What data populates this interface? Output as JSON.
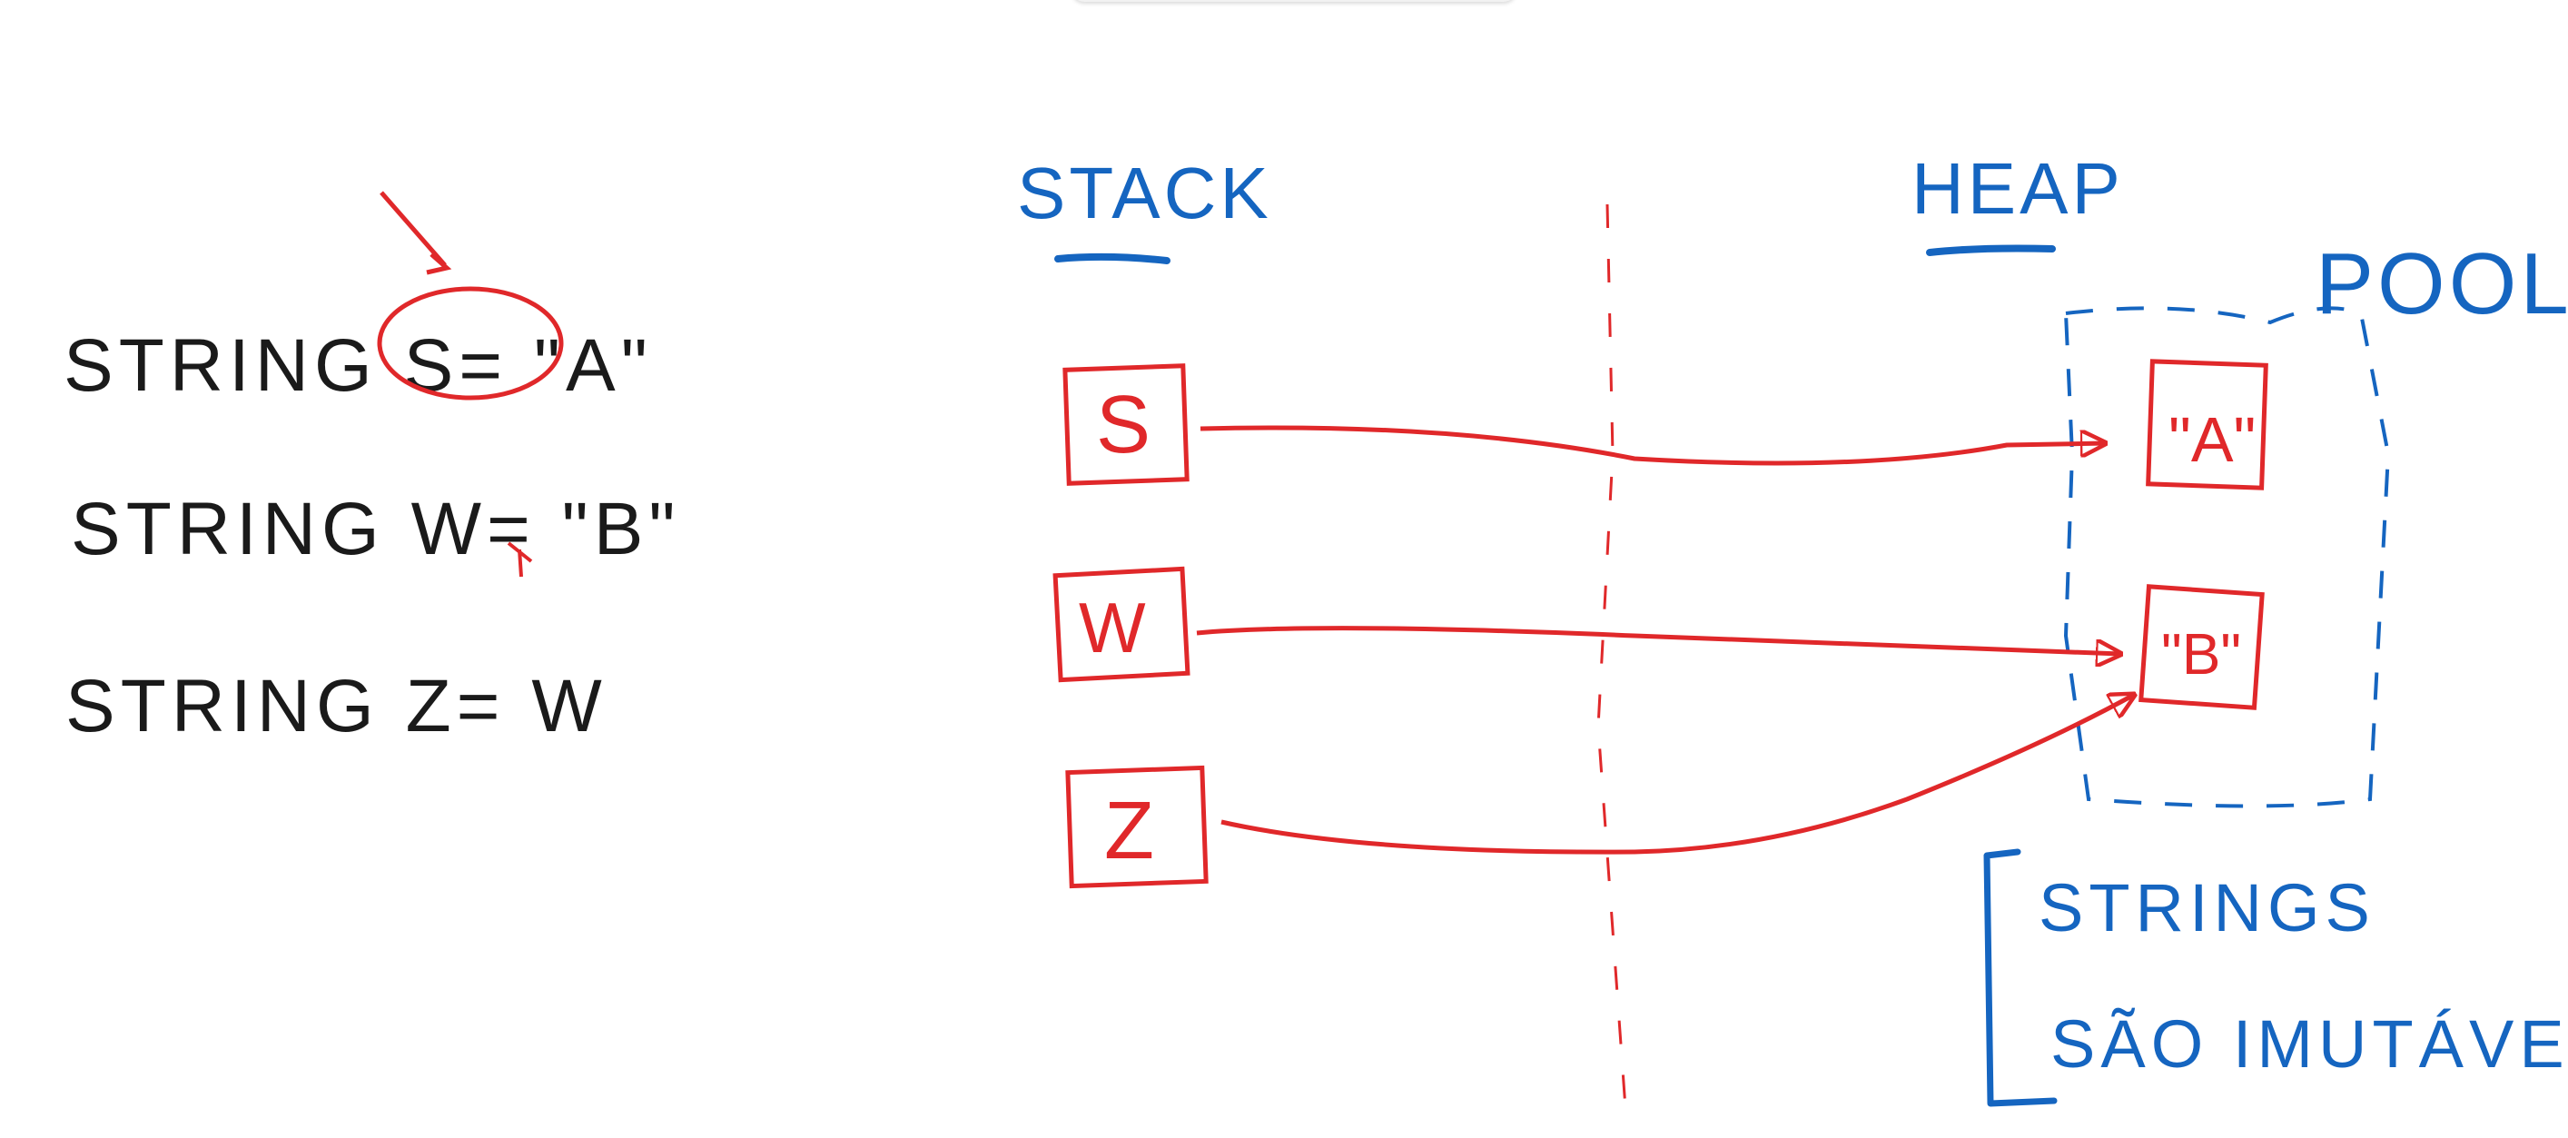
{
  "code_lines": {
    "line1": "STRING S= \"A\"",
    "line2": "STRING W= \"B\"",
    "line3": "STRING Z= W"
  },
  "headers": {
    "stack": "STACK",
    "heap": "HEAP",
    "pool": "POOL"
  },
  "stack_vars": {
    "s": "S",
    "w": "W",
    "z": "Z"
  },
  "pool_values": {
    "a": "\"A\"",
    "b": "\"B\""
  },
  "note": {
    "line1": "STRINGS",
    "line2": "SÃO IMUTÁVEIS"
  },
  "colors": {
    "ink_black": "#1a1a1a",
    "ink_blue": "#1565c0",
    "ink_red": "#e0282a"
  }
}
